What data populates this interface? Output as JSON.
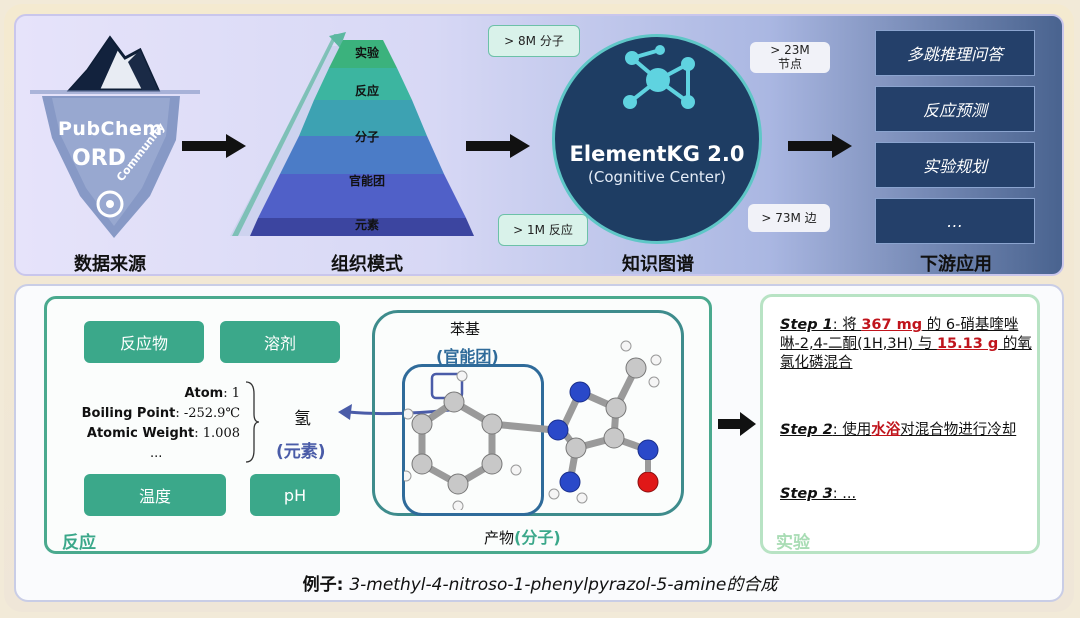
{
  "top": {
    "sections": [
      "数据来源",
      "组织模式",
      "知识图谱",
      "下游应用"
    ],
    "sources": [
      "PubChem",
      "ORD",
      "Community"
    ],
    "pyramid_levels": [
      "实验",
      "反应",
      "分子",
      "官能团",
      "元素"
    ],
    "kg_title": "ElementKG 2.0",
    "kg_subtitle": "(Cognitive Center)",
    "stats": {
      "molecules": "> 8M 分子",
      "nodes": "> 23M\n节点",
      "reactions": "> 1M 反应",
      "edges": "> 73M 边"
    },
    "apps": [
      "多跳推理问答",
      "反应预测",
      "实验规划",
      "…"
    ]
  },
  "bottom": {
    "reaction": {
      "label": "反应",
      "buttons": [
        "反应物",
        "溶剂",
        "温度",
        "pH"
      ],
      "atom_lines": [
        {
          "key": "Atom",
          "value": ": 1"
        },
        {
          "key": "Boiling Point",
          "value": ": -252.9℃"
        },
        {
          "key": "Atomic Weight",
          "value": ": 1.008"
        }
      ],
      "ellipsis": "...",
      "element_name": "氢",
      "element_tag": "(元素)"
    },
    "molecule": {
      "group_name": "苯基",
      "group_tag": "(官能团)",
      "product_prefix": "产物",
      "product_tag": "(分子)"
    },
    "experiment": {
      "label": "实验",
      "step1_label": "Step 1",
      "step1_a": ": 将 ",
      "step1_mass1": "367 mg",
      "step1_b": " 的 6-硝基喹唑啉-2,4-二酮(1H,3H) 与 ",
      "step1_mass2": "15.13 g",
      "step1_c": " 的氧氯化磷混合",
      "step2_label": "Step 2",
      "step2_a": ": 使用",
      "step2_bath": "水浴",
      "step2_b": "对混合物进行冷却",
      "step3_label": "Step 3",
      "step3_a": ": ..."
    },
    "caption_prefix": "例子: ",
    "caption_text": "3-methyl-4-nitroso-1-phenylpyrazol-5-amine的合成"
  },
  "colors": {
    "teal": "#3ba88a",
    "navy": "#24406a",
    "kg_circle": "#1e3d63",
    "highlight_red": "#c0141c",
    "element_blue": "#4a5ca8"
  }
}
